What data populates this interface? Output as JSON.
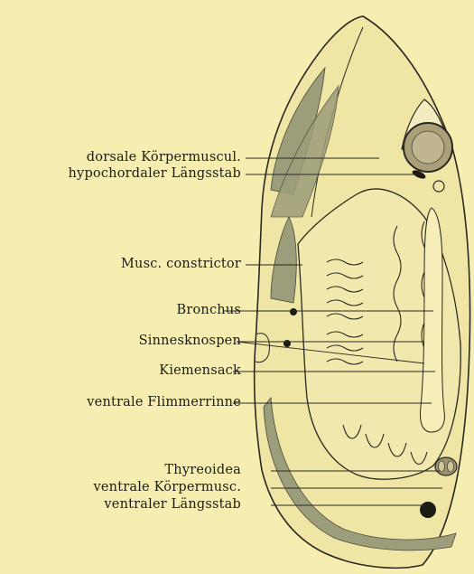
{
  "labels": {
    "dorsal_muscle": "dorsale Körpermuscul.",
    "hypochordal_rod": "hypochordaler Längsstab",
    "constrictor": "Musc. constrictor",
    "bronchus": "Bronchus",
    "sense_buds": "Sinnesknospen",
    "gill_sac": "Kiemensack",
    "ventral_groove": "ventrale Flimmerrinne",
    "thyroid": "Thyreoidea",
    "ventral_muscle": "ventrale Körpermusc.",
    "ventral_rod": "ventraler Längsstab"
  },
  "colors": {
    "background": "#f6eeb0",
    "ink": "#1c1a14",
    "muscle_fill": "#9c9d7a",
    "tissue_fill": "#cfcc98"
  }
}
